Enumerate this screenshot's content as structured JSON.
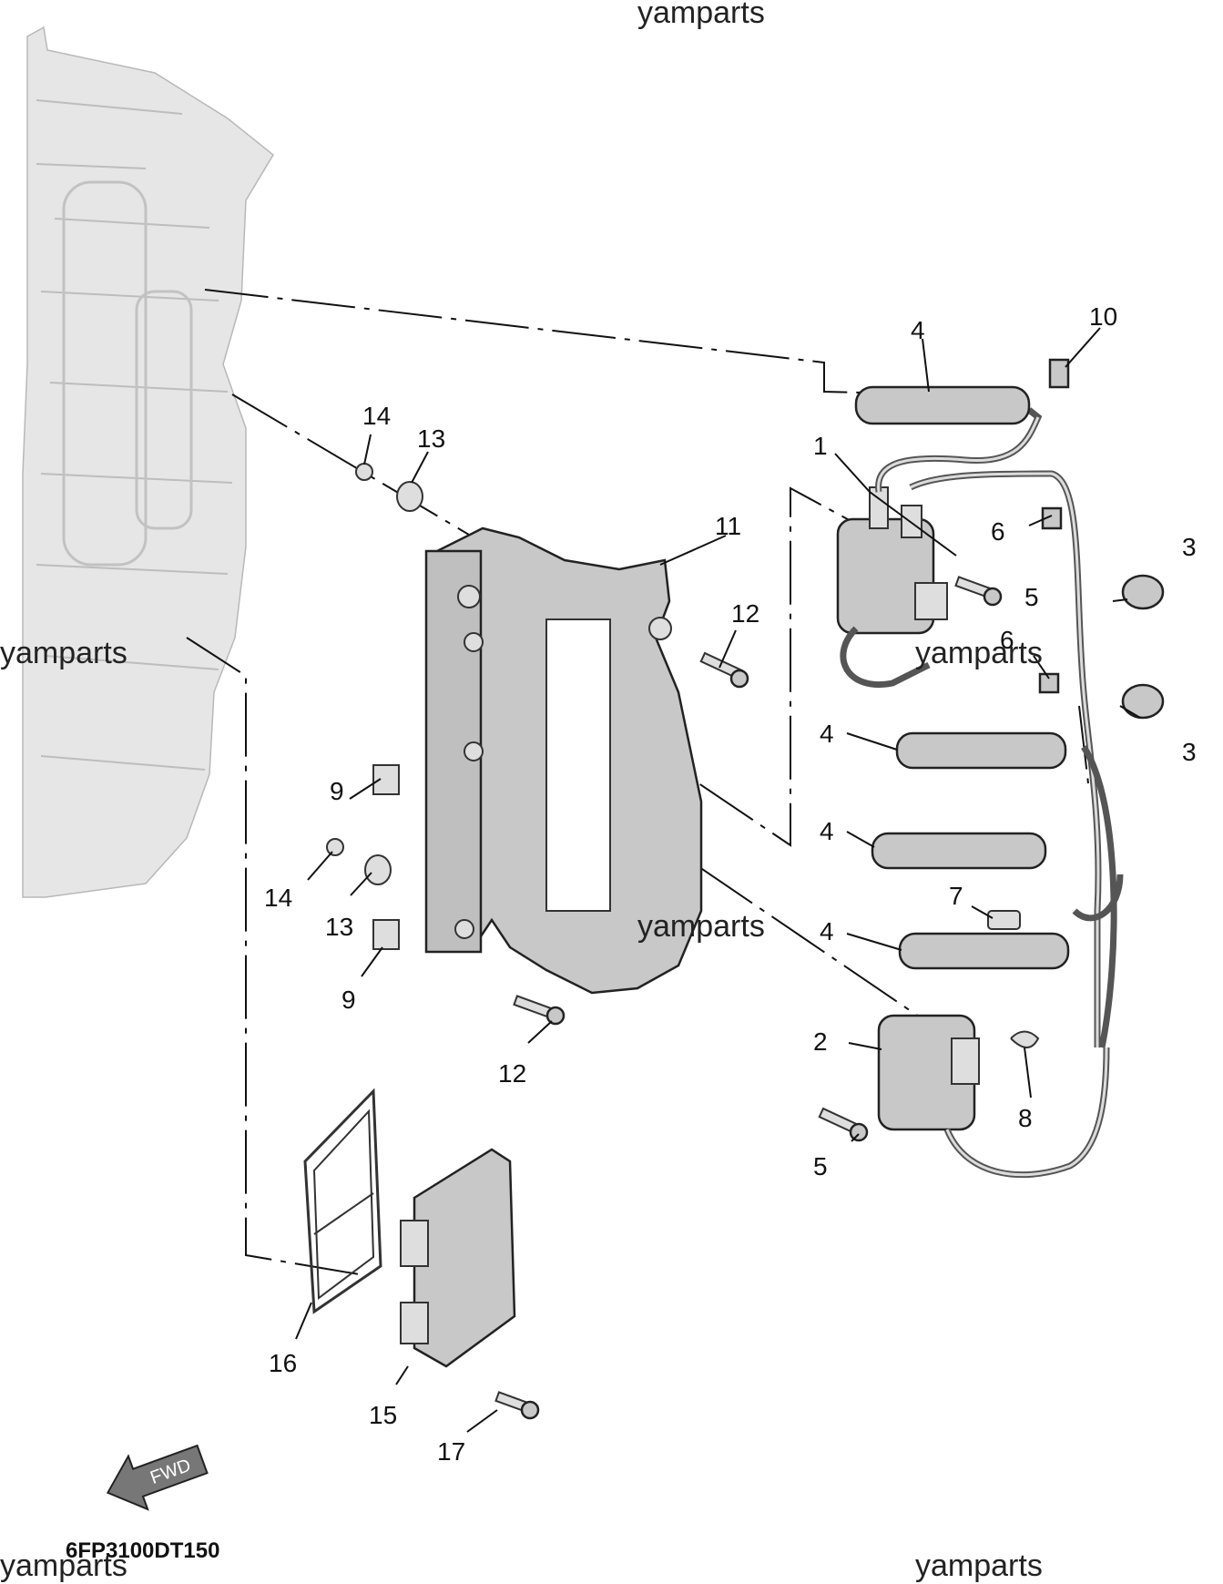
{
  "watermarks": [
    "yamparts",
    "yamparts",
    "yamparts",
    "yamparts",
    "yamparts",
    "yamparts"
  ],
  "diagram_code": "6FP3100DT150",
  "fwd_label": "FWD",
  "callouts": {
    "c1": "1",
    "c2": "2",
    "c3a": "3",
    "c3b": "3",
    "c4a": "4",
    "c4b": "4",
    "c4c": "4",
    "c4d": "4",
    "c5a": "5",
    "c5b": "5",
    "c6a": "6",
    "c6b": "6",
    "c7": "7",
    "c8": "8",
    "c9a": "9",
    "c9b": "9",
    "c10": "10",
    "c11": "11",
    "c12a": "12",
    "c12b": "12",
    "c13a": "13",
    "c13b": "13",
    "c14a": "14",
    "c14b": "14",
    "c15": "15",
    "c16": "16",
    "c17": "17"
  }
}
